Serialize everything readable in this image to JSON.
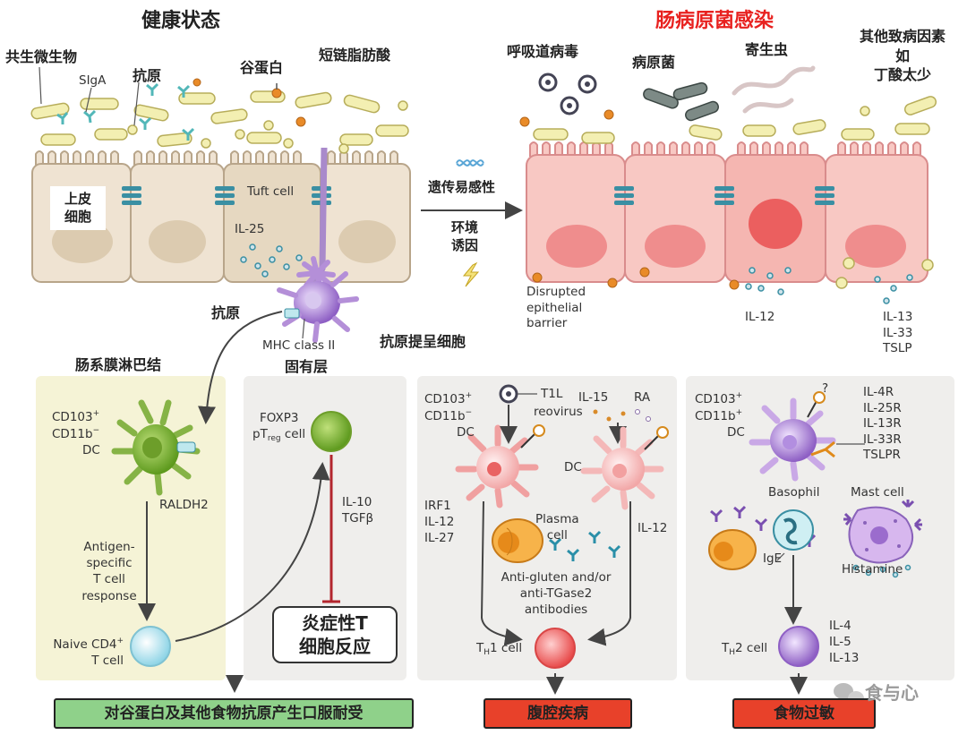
{
  "top": {
    "healthy_title": "健康状态",
    "infection_title": "肠病原菌感染",
    "commensal": "共生微生物",
    "sIgA": "SIgA",
    "antigen_top": "抗原",
    "gluten": "谷蛋白",
    "scfa": "短链脂肪酸",
    "epithelial_line1": "上皮",
    "epithelial_line2": "细胞",
    "tuft_cell": "Tuft cell",
    "il25": "IL-25",
    "antigen_left": "抗原",
    "mhc": "MHC class II",
    "lamina": "固有层",
    "apc": "抗原提呈细胞",
    "mesenteric": "肠系膜淋巴结",
    "respiratory_virus": "呼吸道病毒",
    "pathogenic_bacteria": "病原菌",
    "parasite": "寄生虫",
    "other_line1": "其他致病因素",
    "other_line2": "如",
    "other_line3": "丁酸太少",
    "genetic": "遗传易感性",
    "env_line1": "环境",
    "env_line2": "诱因",
    "disrupted_line1": "Disrupted",
    "disrupted_line2": "epithelial",
    "disrupted_line3": "barrier",
    "il12_top": "IL-12",
    "il13_top": "IL-13",
    "il33_top": "IL-33",
    "tslp_top": "TSLP"
  },
  "panel1": {
    "cd103": "CD103",
    "cd103_sup": "+",
    "cd11b": "CD11b",
    "cd11b_sup": "−",
    "dc": "DC",
    "raldh2": "RALDH2",
    "ag_line1": "Antigen-",
    "ag_line2": "specific",
    "ag_line3": "T cell",
    "ag_line4": "response",
    "naive_line1": "Naive CD4",
    "naive_sup": "+",
    "naive_line2": "T cell"
  },
  "panel2": {
    "foxp3": "FOXP3",
    "ptreg_p": "pT",
    "ptreg_sub": "reg",
    "ptreg_cell": " cell",
    "il10": "IL-10",
    "tgfb": "TGFβ",
    "inflam_line1": "炎症性T",
    "inflam_line2": "细胞反应"
  },
  "panel3": {
    "cd103": "CD103",
    "cd103_sup": "+",
    "cd11b": "CD11b",
    "cd11b_sup": "−",
    "dc": "DC",
    "t1l": "T1L",
    "reovirus": "reovirus",
    "il15": "IL-15",
    "ra": "RA",
    "dc2": "DC",
    "irf1": "IRF1",
    "il12": "IL-12",
    "il27": "IL-27",
    "plasma_line1": "Plasma",
    "plasma_line2": "cell",
    "il12_right": "IL-12",
    "antibody_line1": "Anti-gluten and/or",
    "antibody_line2": "anti-TGase2",
    "antibody_line3": "antibodies",
    "th1_t": "T",
    "th1_sub": "H",
    "th1_rest": "1 cell"
  },
  "panel4": {
    "cd103": "CD103",
    "cd103_sup": "+",
    "cd11b": "CD11b",
    "cd11b_sup": "+",
    "dc": "DC",
    "question": "?",
    "receptors": [
      "IL-4R",
      "IL-25R",
      "IL-13R",
      "IL-33R",
      "TSLPR"
    ],
    "basophil": "Basophil",
    "mast_cell": "Mast cell",
    "ige": "IgE",
    "histamine": "Histamine",
    "th2_t": "T",
    "th2_sub": "H",
    "th2_rest": "2 cell",
    "cytokines": [
      "IL-4",
      "IL-5",
      "IL-13"
    ]
  },
  "outcomes": {
    "tolerance": "对谷蛋白及其他食物抗原产生口服耐受",
    "celiac": "腹腔疾病",
    "food_allergy": "食物过敏"
  },
  "watermark": "食与心",
  "colors": {
    "tolerance_box": "#8fd18a",
    "disease_box": "#e8412a",
    "infection_title": "#e8211f",
    "panel_yellow": "#f5f3d6",
    "panel_grey": "#efeeec",
    "inhibit_line": "#b3262e",
    "healthy_cell": "#efe3d2",
    "infected_cell": "#f8c8c3"
  }
}
